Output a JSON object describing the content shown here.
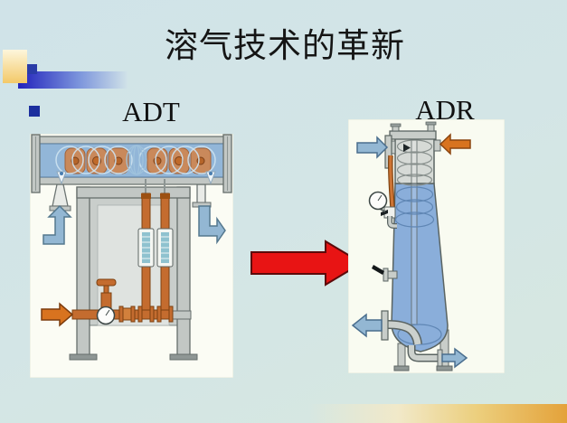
{
  "slide": {
    "title": "溶气技术的革新"
  },
  "labels": {
    "adt": "ADT",
    "adr": "ADR"
  },
  "colors": {
    "background": "#d3e5e6",
    "panel": "#fafbf2",
    "red_arrow": "#e81414",
    "blue_arrow": "#93b7d3",
    "orange_arrow": "#d8731f",
    "pipe_orange": "#c46c2f",
    "tank_water": "#92b6d8",
    "vessel_water": "#8aaeda",
    "steel_gray": "#c6cbc8",
    "deco_bar_blue": "#2222bc",
    "deco_square_yellow": "#f3c968",
    "bottom_band_orange": "#e4a23a"
  }
}
